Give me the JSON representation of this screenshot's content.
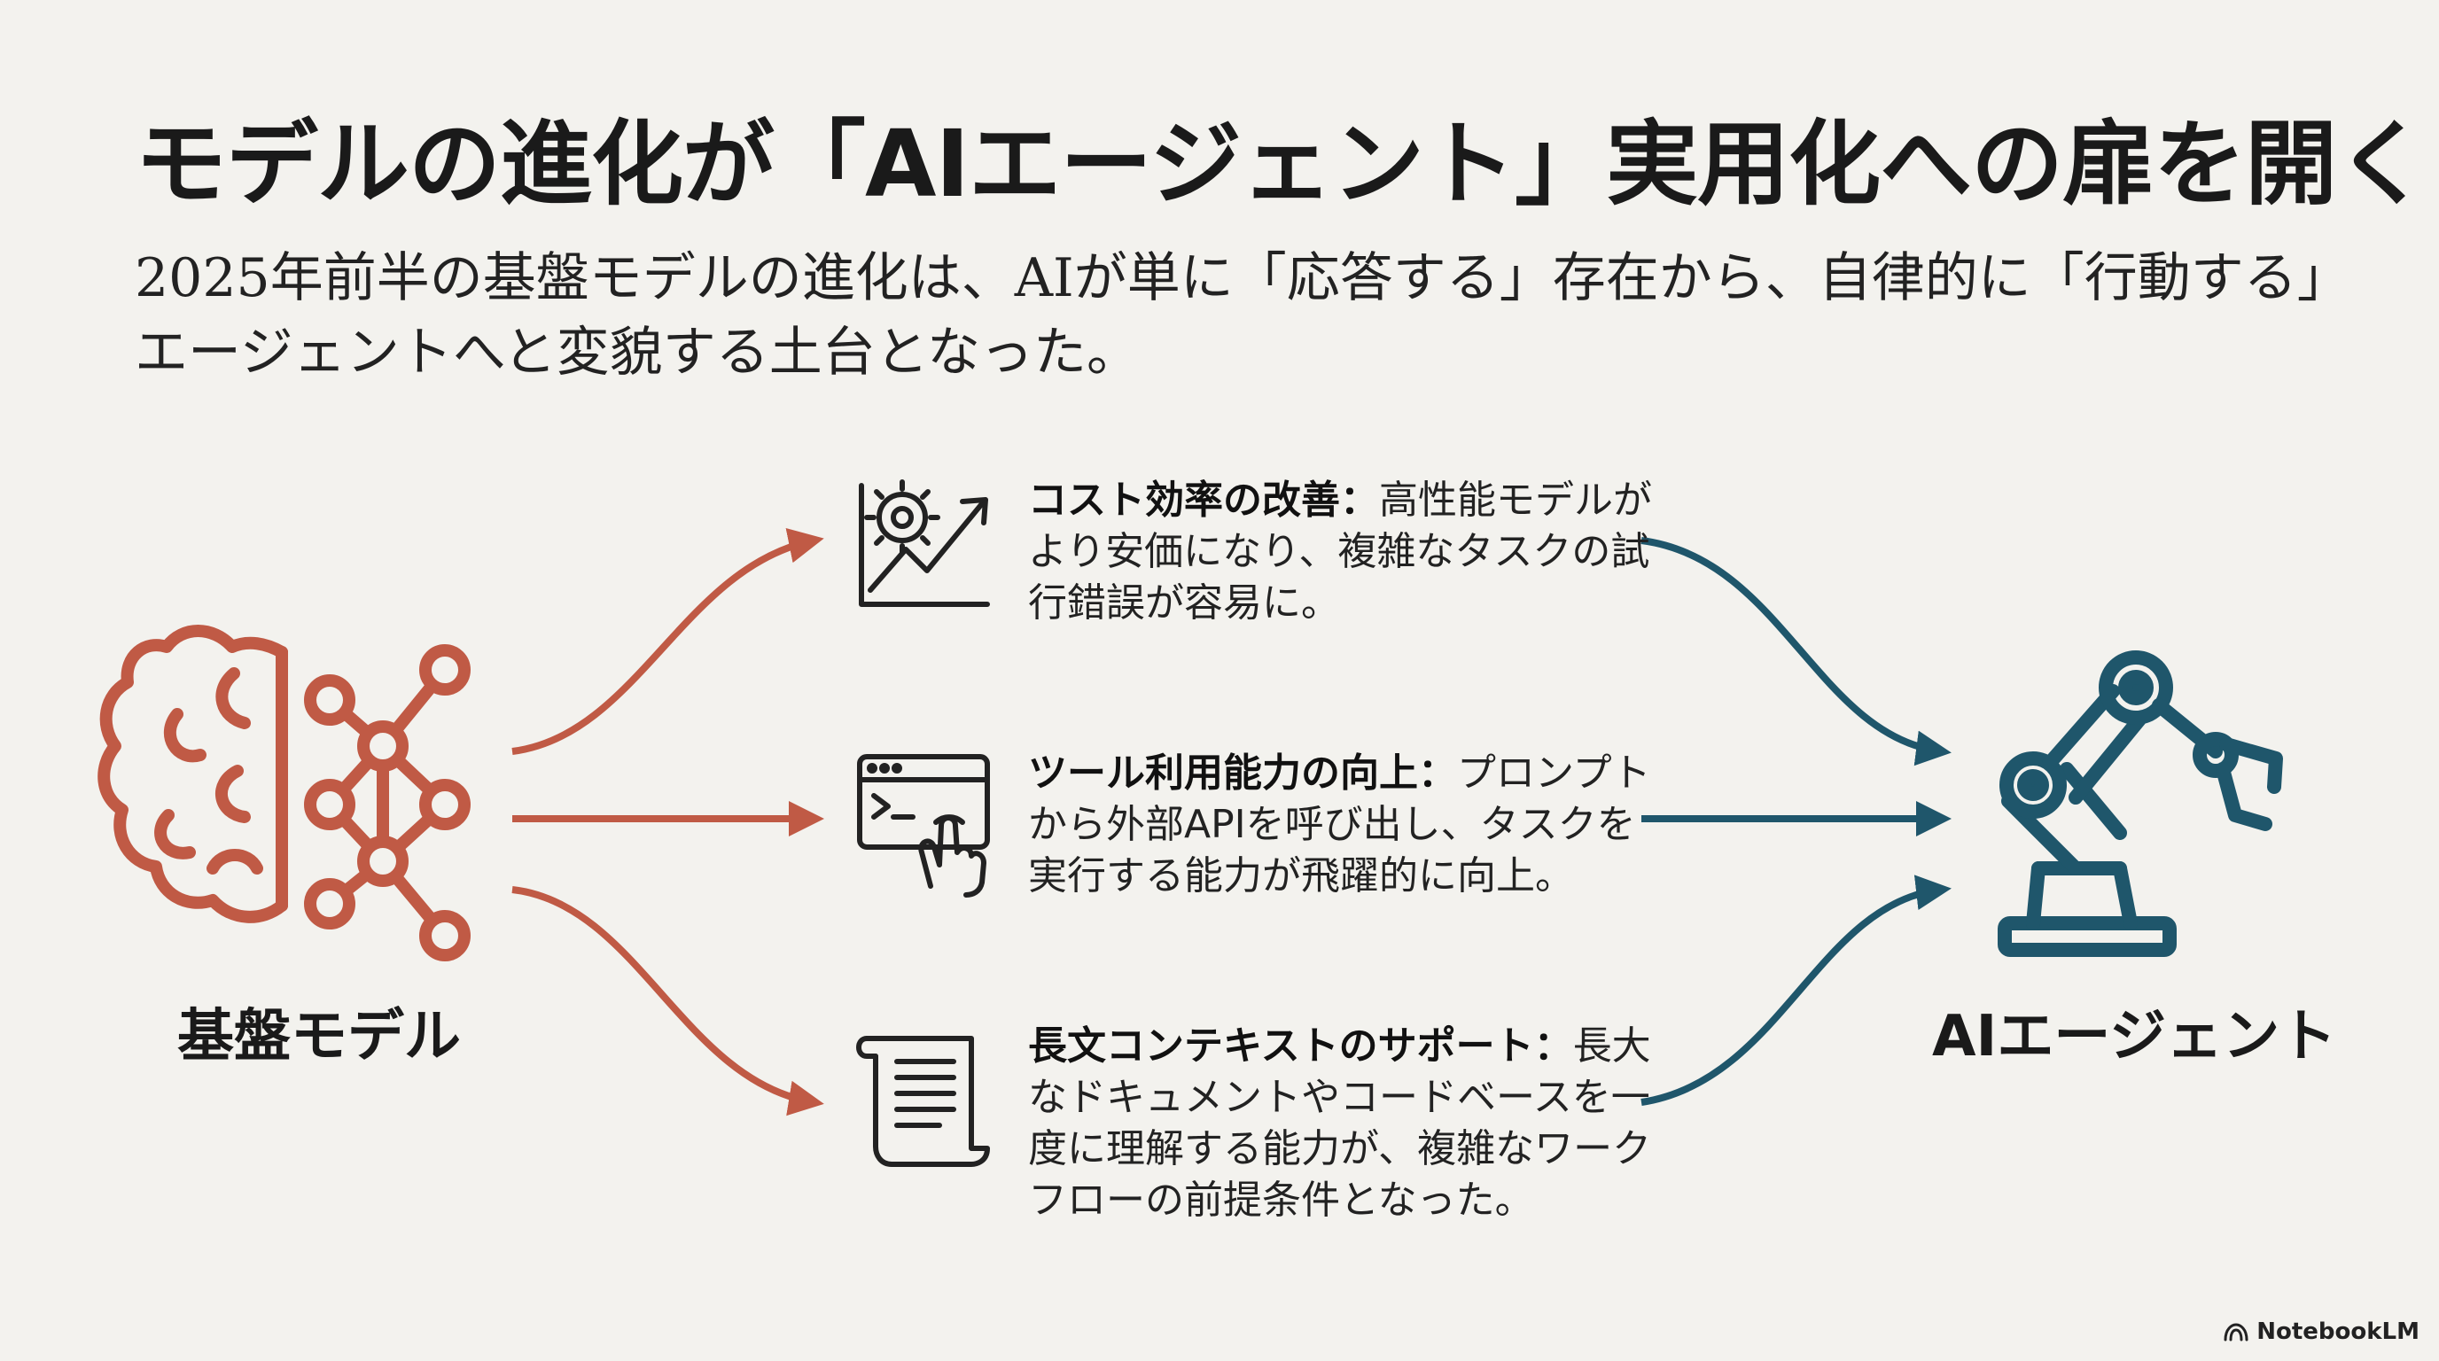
{
  "title": "モデルの進化が「AIエージェント」実用化への扉を開く",
  "subtitle": {
    "line1": "2025年前半の基盤モデルの進化は、AIが単に「応答する」存在から、自律的に「行動する」",
    "line2": "エージェントへと変貌する土台となった。"
  },
  "source_node": {
    "label": "基盤モデル",
    "icon": "brain-network-icon",
    "color": "#c05a45"
  },
  "target_node": {
    "label": "AIエージェント",
    "icon": "robot-arm-icon",
    "color": "#1f566b"
  },
  "items": [
    {
      "icon": "gear-growth-chart-icon",
      "heading": "コスト効率の改善",
      "separator": "：",
      "text": "高性能モデルがより安価になり、複雑なタスクの試行錯誤が容易に。"
    },
    {
      "icon": "terminal-click-icon",
      "heading": "ツール利用能力の向上",
      "separator": "：",
      "text": "プロンプトから外部APIを呼び出し、タスクを実行する能力が飛躍的に向上。"
    },
    {
      "icon": "document-scroll-icon",
      "heading": "長文コンテキストのサポート",
      "separator": "：",
      "text": "長大なドキュメントやコードベースを一度に理解する能力が、複雑なワークフローの前提条件となった。"
    }
  ],
  "brand": {
    "label": "NotebookLM",
    "icon": "notebooklm-logo-icon"
  },
  "colors": {
    "background": "#f3f2ee",
    "left_arrows": "#c05a45",
    "right_arrows": "#1f566b",
    "text": "#1a1a1a"
  }
}
